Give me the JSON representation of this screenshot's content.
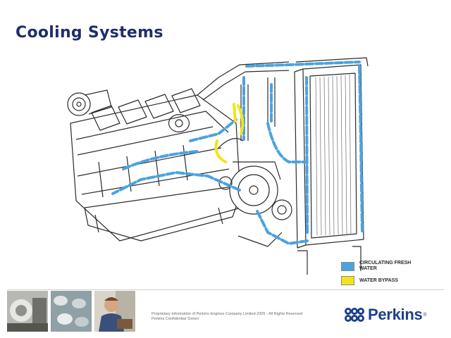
{
  "slide": {
    "title": "Cooling Systems"
  },
  "legend": {
    "items": [
      {
        "label": "CIRCULATING FRESH WATER",
        "color": "#4aa3df"
      },
      {
        "label": "WATER BYPASS",
        "color": "#f2e41c"
      }
    ]
  },
  "footer": {
    "legal_line1": "Proprietary Information of Perkins Engines Company Limited 2005 - All Rights Reserved",
    "legal_line2": "Perkins Confidential 'Green'",
    "brand": "Perkins",
    "reg_mark": "®"
  }
}
